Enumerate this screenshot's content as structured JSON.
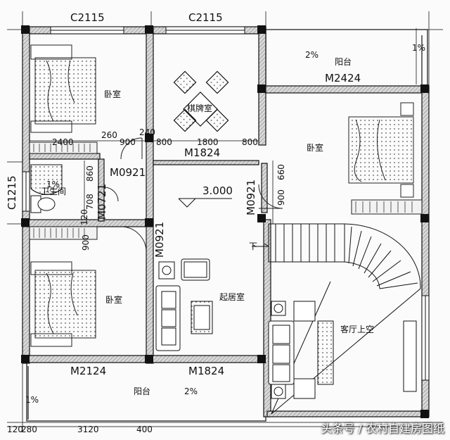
{
  "labels": {
    "window_top_left": "C2115",
    "window_top_mid": "C2115",
    "window_left": "C1215",
    "balcony_top": "阳台",
    "balcony_top_slope": "2%",
    "balcony_right_slope": "1%",
    "door_balcony_top": "M2424",
    "mahjong_room": "棋牌室",
    "bedroom_tl": "卧室",
    "bedroom_tr": "卧室",
    "bedroom_bl": "卧室",
    "bathroom": "卫生间",
    "bathroom_slope": "1%",
    "door_m1824_top": "M1824",
    "door_m0921_a": "M0921",
    "door_m0721": "M0721",
    "door_m0921_b": "M0921",
    "door_m0921_c": "M0921",
    "elevation": "3.000",
    "down_arrow": "下",
    "living_room": "起居室",
    "double_height": "客厅上空",
    "door_m2124": "M2124",
    "door_m1824_bottom": "M1824",
    "balcony_bottom": "阳台",
    "balcony_bottom_slope": "2%",
    "balcony_left_slope": "1%",
    "watermark": "头条号 / 农村自建房图纸"
  },
  "dimensions": {
    "d2400": "2400",
    "d260": "260",
    "d900_a": "900",
    "d240": "240",
    "d800_a": "800",
    "d1800": "1800",
    "d800_b": "800",
    "d860": "860",
    "d660": "660",
    "d900_b": "900",
    "d708": "708",
    "d120_a": "120",
    "d900_c": "900",
    "d120_b": "120",
    "d280": "280",
    "d3120": "3120",
    "d400": "400"
  }
}
